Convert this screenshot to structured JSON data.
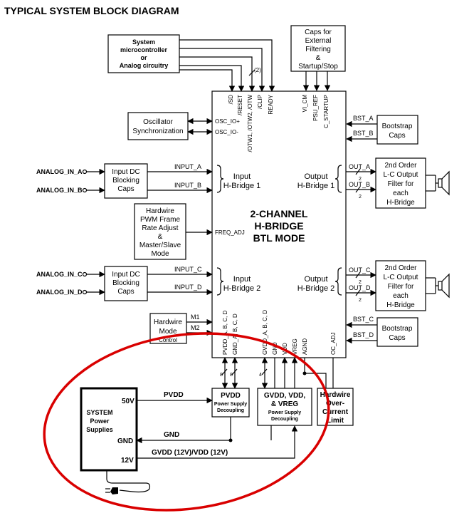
{
  "title": "TYPICAL SYSTEM BLOCK DIAGRAM",
  "blocks": {
    "sysmcu": [
      "System",
      "microcontroller",
      "or",
      "Analog circuitry"
    ],
    "caps_ext": [
      "Caps for",
      "External",
      "Filtering",
      "&",
      "Startup/Stop"
    ],
    "osc": [
      "Oscillator",
      "Synchronization"
    ],
    "boot1": [
      "Bootstrap",
      "Caps"
    ],
    "boot2": [
      "Bootstrap",
      "Caps"
    ],
    "indc1": [
      "Input DC",
      "Blocking",
      "Caps"
    ],
    "indc2": [
      "Input DC",
      "Blocking",
      "Caps"
    ],
    "filt1": [
      "L-C Output",
      "Filter for",
      "each",
      "H-Bridge"
    ],
    "filt2": [
      "L-C Output",
      "Filter for",
      "each",
      "H-Bridge"
    ],
    "filt_order": "2nd Order",
    "pwm": [
      "Hardwire",
      "PWM Frame",
      "Rate Adjust",
      "&",
      "Master/Slave",
      "Mode"
    ],
    "hwmode": [
      "Hardwire",
      "Mode"
    ],
    "hwmode_obscured": "Control",
    "main": [
      "2-CHANNEL",
      "H-BRIDGE",
      "BTL  MODE"
    ],
    "pvdd_dec": [
      "PVDD",
      "Power Supply",
      "Decoupling"
    ],
    "gvdd_dec": [
      "GVDD, VDD,",
      "& VREG",
      "Power Supply",
      "Decoupling"
    ],
    "hwoc": [
      "Hardwire",
      "Over-",
      "Current",
      "Limit"
    ],
    "supply": [
      "SYSTEM",
      "Power",
      "Supplies"
    ]
  },
  "main_labels": {
    "in_hb1": [
      "Input",
      "H-Bridge 1"
    ],
    "out_hb1": [
      "Output",
      "H-Bridge 1"
    ],
    "in_hb2": [
      "Input",
      "H-Bridge 2"
    ],
    "out_hb2": [
      "Output",
      "H-Bridge 2"
    ]
  },
  "pins": {
    "top": [
      "/SD",
      "/RESET",
      "/OTW1, /OTW2, /OTW",
      "/CLIP",
      "READY",
      "VI_CM",
      "PSU_REF",
      "C_STARTUP"
    ],
    "osc": [
      "OSC_IO+",
      "OSC_IO-"
    ],
    "freq": "FREQ_ADJ",
    "bottom": [
      "PVDD_A, B, C, D",
      "GND_A, B, C, D",
      "GVDD_A, B, C, D",
      "GND",
      "VDD",
      "VREG",
      "AGND",
      "OC_ADJ"
    ]
  },
  "signals": {
    "input_a": "INPUT_A",
    "input_b": "INPUT_B",
    "input_c": "INPUT_C",
    "input_d": "INPUT_D",
    "out_a": "OUT_A",
    "out_b": "OUT_B",
    "out_c": "OUT_C",
    "out_d": "OUT_D",
    "bst_a": "BST_A",
    "bst_b": "BST_B",
    "bst_c": "BST_C",
    "bst_d": "BST_D",
    "m1": "M1",
    "m2": "M2",
    "analog_a": "ANALOG_IN_A",
    "analog_b": "ANALOG_IN_B",
    "analog_c": "ANALOG_IN_C",
    "analog_d": "ANALOG_IN_D",
    "bus2": "(2)",
    "two": "2",
    "eight": "8",
    "four": "4",
    "pvdd": "PVDD",
    "gnd": "GND",
    "gvdd": "GVDD (12V)/VDD (12V)",
    "v50": "50V",
    "v12": "12V"
  },
  "colors": {
    "highlight": "#d90000",
    "line": "#000000"
  }
}
